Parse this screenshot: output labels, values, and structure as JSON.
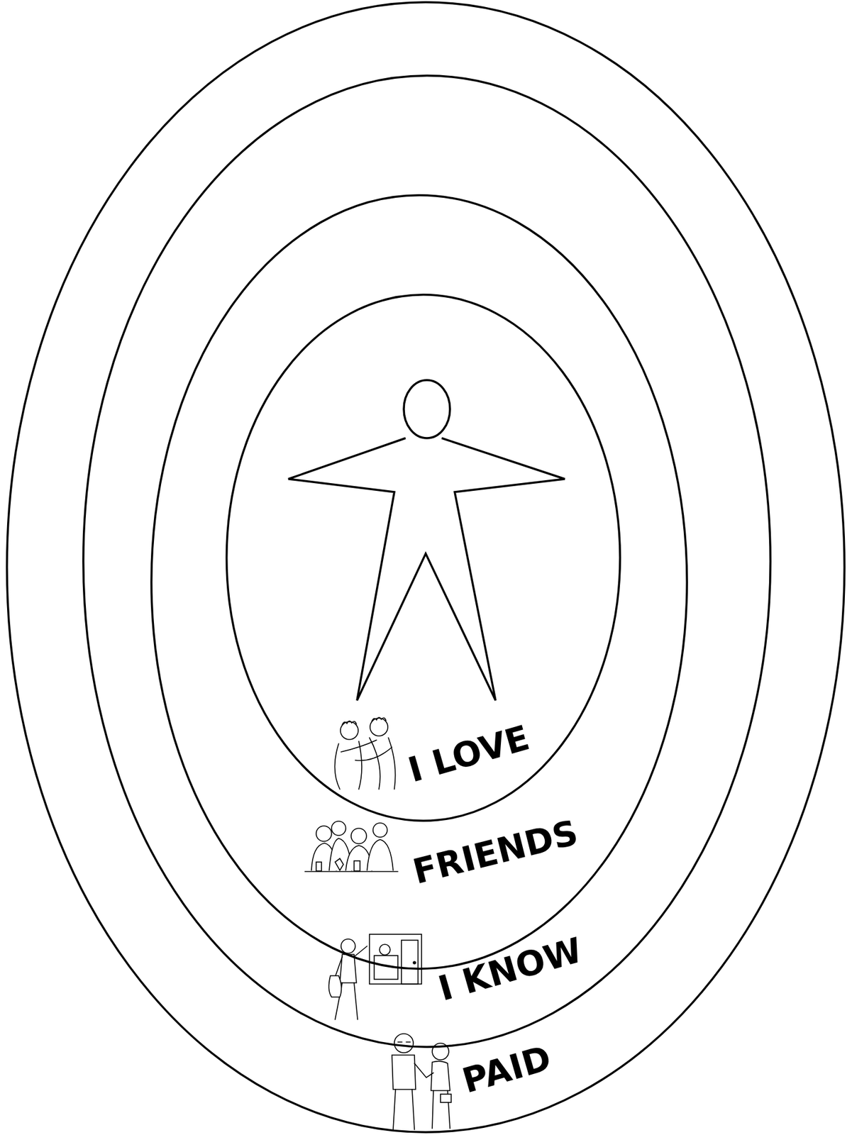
{
  "diagram": {
    "nodes": [
      {
        "text": [
          "PAID"
        ]
      },
      {
        "text": [
          "I KNOW"
        ],
        "in": 0
      },
      {
        "text": [
          "FRIENDS"
        ],
        "in": 1
      },
      {
        "text": [
          "I LOVE"
        ],
        "in": 2
      }
    ]
  }
}
